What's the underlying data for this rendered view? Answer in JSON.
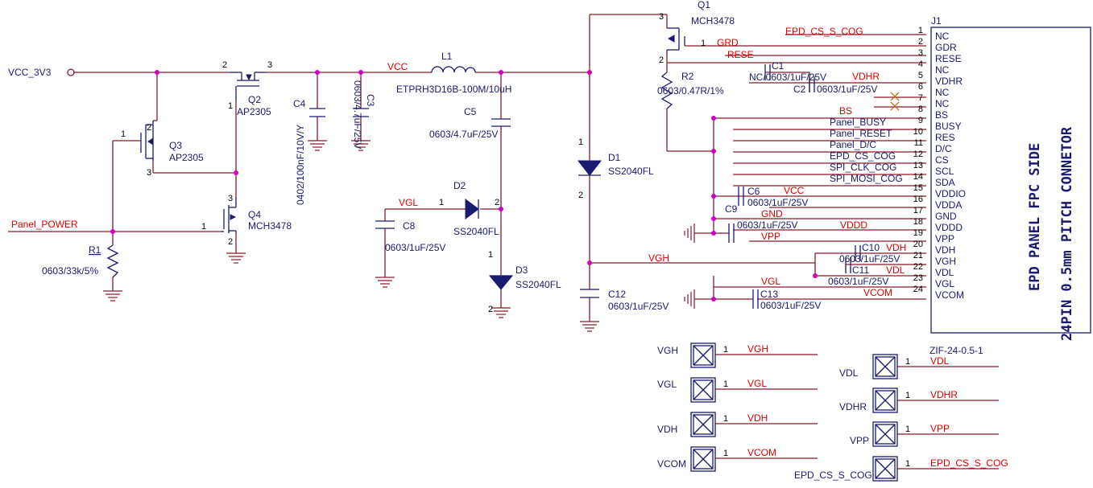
{
  "nets": {
    "vcc_3v3": "VCC_3V3",
    "panel_power": "Panel_POWER",
    "vcc": "VCC",
    "vgl": "VGL",
    "vgh": "VGH",
    "grd": "GRD",
    "rese": "RESE",
    "vdhr": "VDHR",
    "bs": "BS",
    "gnd": "GND",
    "vddd": "VDDD",
    "vpp": "VPP",
    "vdh": "VDH",
    "vdl": "VDL",
    "vcom": "VCOM",
    "epd_cs_s_cog": "EPD_CS_S_COG"
  },
  "components": {
    "q1": {
      "ref": "Q1",
      "part": "MCH3478"
    },
    "q2": {
      "ref": "Q2",
      "part": "AP2305"
    },
    "q3": {
      "ref": "Q3",
      "part": "AP2305"
    },
    "q4": {
      "ref": "Q4",
      "part": "MCH3478"
    },
    "r1": {
      "ref": "R1",
      "value": "0603/33k/5%"
    },
    "r2": {
      "ref": "R2",
      "value": "0603/0.47R/1%"
    },
    "l1": {
      "ref": "L1",
      "value": "ETPRH3D16B-100M/10uH"
    },
    "c1": {
      "ref": "C1",
      "value": "NC/0603/1uF/25V"
    },
    "c2": {
      "ref": "C2",
      "value": "0603/1uF/25V"
    },
    "c3": {
      "ref": "C3",
      "value": "0603/4.7uF/25V"
    },
    "c4": {
      "ref": "C4",
      "value": "0402/100nF/10V/Y"
    },
    "c5": {
      "ref": "C5",
      "value": "0603/4.7uF/25V"
    },
    "c6": {
      "ref": "C6",
      "value": "0603/1uF/25V"
    },
    "c8": {
      "ref": "C8",
      "value": "0603/1uF/25V"
    },
    "c9": {
      "ref": "C9",
      "value": "0603/1uF/25V"
    },
    "c10": {
      "ref": "C10",
      "value": "0603/1uF/25V"
    },
    "c11": {
      "ref": "C11",
      "value": "0603/1uF/25V"
    },
    "c12": {
      "ref": "C12",
      "value": "0603/1uF/25V"
    },
    "c13": {
      "ref": "C13",
      "value": "0603/1uF/25V"
    },
    "d1": {
      "ref": "D1",
      "part": "SS2040FL"
    },
    "d2": {
      "ref": "D2",
      "part": "SS2040FL"
    },
    "d3": {
      "ref": "D3",
      "part": "SS2040FL"
    },
    "j1": {
      "ref": "J1",
      "part": "ZIF-24-0.5-1"
    }
  },
  "pins": {
    "p1": "1",
    "p2": "2",
    "p3": "3"
  },
  "connector": {
    "title_line1": "EPD PANEL FPC SIDE",
    "title_line2": "24PIN 0.5mm PITCH CONNETOR",
    "pins": [
      {
        "num": "1",
        "name": "NC",
        "net": "EPD_CS_S_COG"
      },
      {
        "num": "2",
        "name": "GDR",
        "net": "GRD"
      },
      {
        "num": "3",
        "name": "RESE",
        "net": "RESE"
      },
      {
        "num": "4",
        "name": "NC",
        "net": ""
      },
      {
        "num": "5",
        "name": "VDHR",
        "net": "VDHR"
      },
      {
        "num": "6",
        "name": "NC",
        "net": ""
      },
      {
        "num": "7",
        "name": "NC",
        "net": ""
      },
      {
        "num": "8",
        "name": "BS",
        "net": "BS"
      },
      {
        "num": "9",
        "name": "BUSY",
        "net": "Panel_BUSY"
      },
      {
        "num": "10",
        "name": "RES",
        "net": "Panel_RESET"
      },
      {
        "num": "11",
        "name": "D/C",
        "net": "Panel_D/C"
      },
      {
        "num": "12",
        "name": "CS",
        "net": "EPD_CS_COG"
      },
      {
        "num": "13",
        "name": "SCL",
        "net": "SPI_CLK_COG"
      },
      {
        "num": "14",
        "name": "SDA",
        "net": "SPI_MOSI_COG"
      },
      {
        "num": "15",
        "name": "VDDIO",
        "net": "VCC"
      },
      {
        "num": "16",
        "name": "VDDA",
        "net": ""
      },
      {
        "num": "17",
        "name": "GND",
        "net": "GND"
      },
      {
        "num": "18",
        "name": "VDDD",
        "net": "VDDD"
      },
      {
        "num": "19",
        "name": "VPP",
        "net": "VPP"
      },
      {
        "num": "20",
        "name": "VDH",
        "net": "VDH"
      },
      {
        "num": "21",
        "name": "VGH",
        "net": ""
      },
      {
        "num": "22",
        "name": "VDL",
        "net": "VDL"
      },
      {
        "num": "23",
        "name": "VGL",
        "net": "VGL"
      },
      {
        "num": "24",
        "name": "VCOM",
        "net": "VCOM"
      }
    ]
  },
  "testpoints": [
    {
      "label": "VGH",
      "pin": "1",
      "net": "VGH"
    },
    {
      "label": "VGL",
      "pin": "1",
      "net": "VGL"
    },
    {
      "label": "VDH",
      "pin": "1",
      "net": "VDH"
    },
    {
      "label": "VCOM",
      "pin": "1",
      "net": "VCOM"
    },
    {
      "label": "VDL",
      "pin": "1",
      "net": "VDL"
    },
    {
      "label": "VDHR",
      "pin": "1",
      "net": "VDHR"
    },
    {
      "label": "VPP",
      "pin": "1",
      "net": "VPP"
    },
    {
      "label": "EPD_CS_S_COG",
      "pin": "1",
      "net": "EPD_CS_S_COG"
    }
  ],
  "colors": {
    "wire": "#8a1a2a",
    "component": "#1a1a70",
    "net_label": "#e00000",
    "junction": "#d000c0"
  }
}
